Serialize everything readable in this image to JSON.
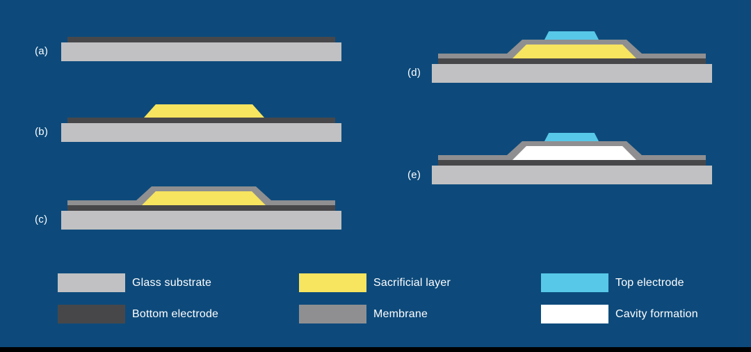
{
  "colors": {
    "background": "#0d4a7b",
    "glass_substrate": "#c1c1c3",
    "bottom_electrode": "#47474a",
    "sacrificial_layer": "#f7e45f",
    "membrane": "#8f8f91",
    "top_electrode": "#57c8e8",
    "cavity": "#ffffff",
    "text": "#ffffff",
    "footer_bar": "#000000"
  },
  "panels": [
    {
      "label": "(a)",
      "layers": [
        "Glass substrate",
        "Bottom electrode"
      ]
    },
    {
      "label": "(b)",
      "layers": [
        "Glass substrate",
        "Bottom electrode",
        "Sacrificial layer"
      ]
    },
    {
      "label": "(c)",
      "layers": [
        "Glass substrate",
        "Bottom electrode",
        "Sacrificial layer",
        "Membrane"
      ]
    },
    {
      "label": "(d)",
      "layers": [
        "Glass substrate",
        "Bottom electrode",
        "Sacrificial layer",
        "Membrane",
        "Top electrode"
      ]
    },
    {
      "label": "(e)",
      "layers": [
        "Glass substrate",
        "Bottom electrode",
        "Cavity formation",
        "Membrane",
        "Top electrode"
      ]
    }
  ],
  "legend": {
    "items": [
      {
        "label": "Glass substrate"
      },
      {
        "label": "Bottom electrode"
      },
      {
        "label": "Sacrificial layer"
      },
      {
        "label": "Membrane"
      },
      {
        "label": "Top electrode"
      },
      {
        "label": "Cavity formation"
      }
    ]
  }
}
